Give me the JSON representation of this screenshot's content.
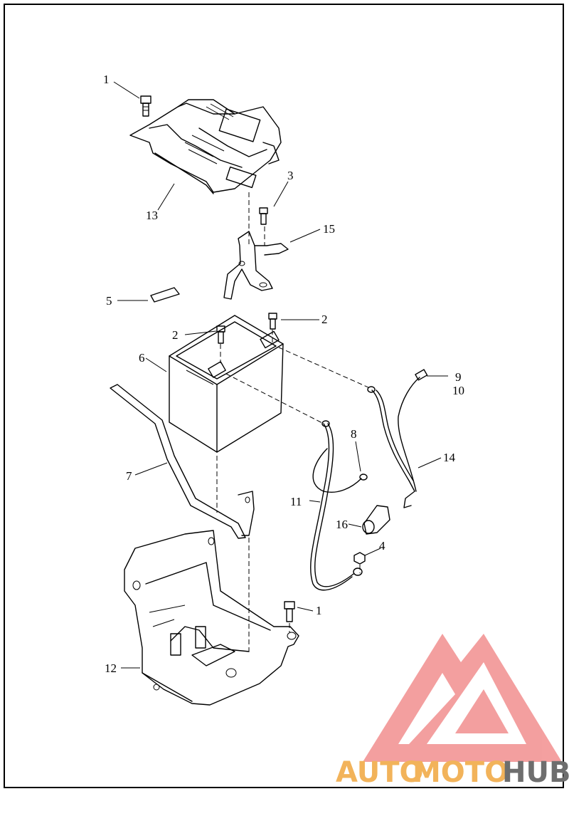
{
  "callouts": {
    "c1a": "1",
    "c13": "13",
    "c3": "3",
    "c15": "15",
    "c5": "5",
    "c2a": "2",
    "c2b": "2",
    "c6": "6",
    "c9": "9",
    "c10": "10",
    "c7": "7",
    "c8": "8",
    "c14": "14",
    "c11": "11",
    "c16": "16",
    "c4": "4",
    "c1b": "1",
    "c12": "12"
  },
  "watermark": {
    "brand_auto": "AUTO",
    "brand_moto": "MOTO",
    "brand_hub": "HUB",
    "color_auto": "#f2b35a",
    "color_moto": "#f2b35a",
    "color_hub": "#6e6e6e",
    "logo_color": "#f08080"
  }
}
